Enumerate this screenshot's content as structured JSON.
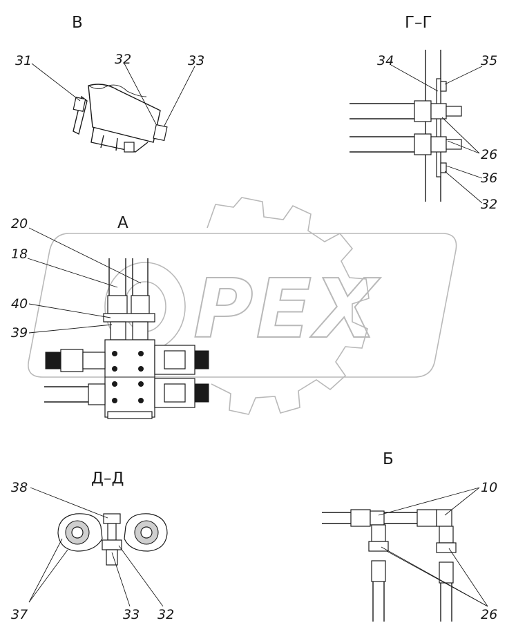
{
  "views": {
    "v": "В",
    "gg": "Г–Г",
    "a": "А",
    "b": "Б",
    "dd": "Д–Д"
  },
  "labels": {
    "v_31": "31",
    "v_32": "32",
    "v_33": "33",
    "g_34": "34",
    "g_35": "35",
    "g_26": "26",
    "g_36": "36",
    "g_32": "32",
    "a_20": "20",
    "a_18": "18",
    "a_40": "40",
    "a_39": "39",
    "d_38": "38",
    "d_37": "37",
    "d_33": "33",
    "d_32": "32",
    "b_10": "10",
    "b_26": "26"
  },
  "watermark": {
    "text": "PEX",
    "color": "#b9b9b9"
  }
}
